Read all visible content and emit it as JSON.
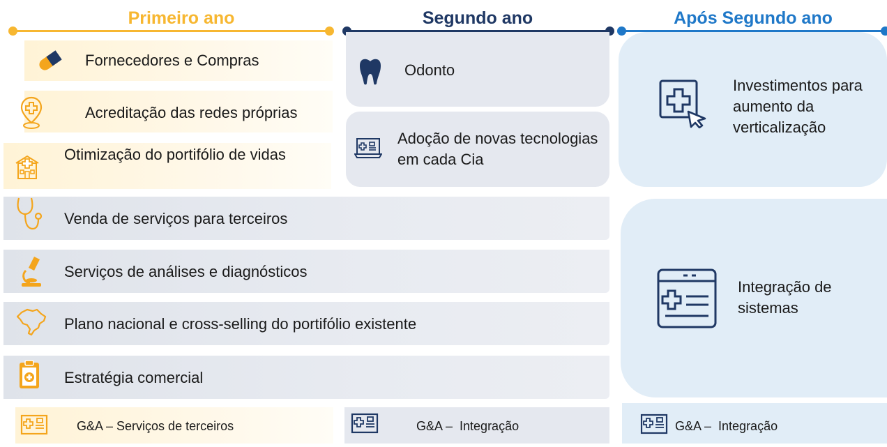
{
  "colors": {
    "year1": "#f7b731",
    "year2": "#1f3864",
    "year3": "#1f78c8",
    "icon_navy": "#1f3864",
    "icon_orange": "#f4a51c"
  },
  "headers": {
    "year1": "Primeiro ano",
    "year2": "Segundo ano",
    "year3": "Após Segundo ano"
  },
  "year1_items": [
    {
      "label": "Fornecedores e Compras",
      "icon": "pill-icon"
    },
    {
      "label": "Acreditação das redes próprias",
      "icon": "location-cross-icon"
    },
    {
      "label": "Otimização do portifólio de vidas",
      "icon": "hospital-icon"
    }
  ],
  "year2_items": [
    {
      "label": "Odonto",
      "icon": "tooth-icon"
    },
    {
      "label": "Adoção de novas tecnologias em cada Cia",
      "icon": "laptop-medical-icon"
    }
  ],
  "wide_items": [
    {
      "label": "Venda de serviços para terceiros",
      "icon": "stethoscope-icon"
    },
    {
      "label": "Serviços de análises e diagnósticos",
      "icon": "microscope-icon"
    },
    {
      "label": "Plano nacional e cross-selling do portifólio existente",
      "icon": "brazil-map-icon"
    },
    {
      "label": "Estratégia comercial",
      "icon": "clipboard-icon"
    }
  ],
  "year3_items": [
    {
      "label": "Investimentos para aumento da verticalização",
      "icon": "medical-click-icon"
    },
    {
      "label": "Integração de sistemas",
      "icon": "system-window-icon"
    }
  ],
  "ga": {
    "year1": "G&A – Serviços de terceiros",
    "year2": "G&A –  Integração",
    "year3": "G&A –  Integração"
  }
}
